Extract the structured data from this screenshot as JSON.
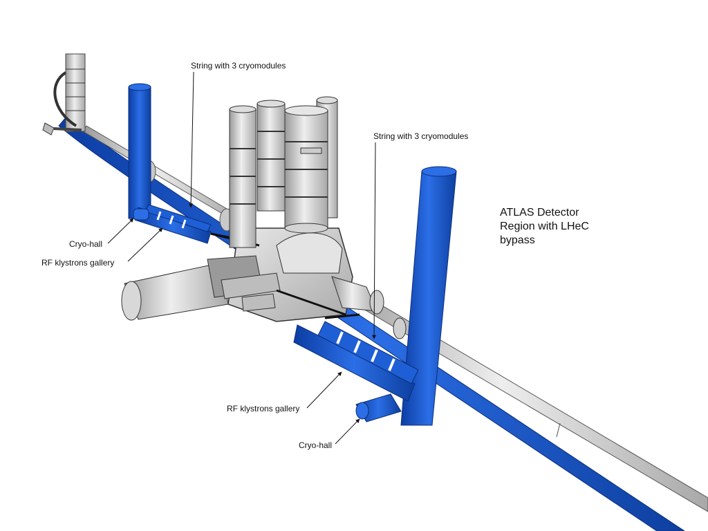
{
  "labels": {
    "string_top_left": "String with 3 cryomodules",
    "string_top_right": "String with 3 cryomodules",
    "cryo_hall_left": "Cryo-hall",
    "rf_gallery_left": "RF klystrons gallery",
    "rf_gallery_right": "RF klystrons gallery",
    "cryo_hall_right": "Cryo-hall"
  },
  "title_lines": [
    "ATLAS Detector",
    "Region with LHeC",
    "bypass"
  ],
  "colors": {
    "blue": "#1f5fd6",
    "blue_dark": "#0f3f9e",
    "grey": "#d6d6d6",
    "grey_dark": "#8c8c8c",
    "outline": "#333333"
  }
}
